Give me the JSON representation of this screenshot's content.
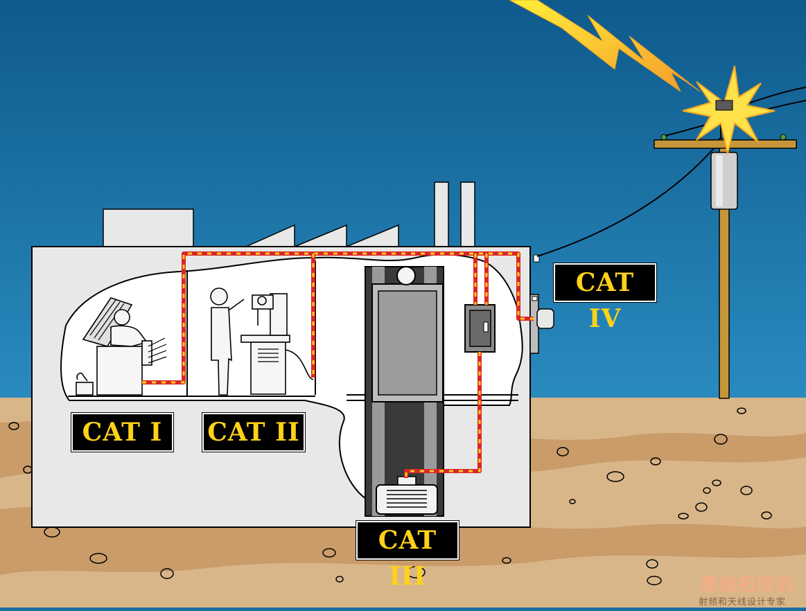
{
  "labels": {
    "cat1": "CAT I",
    "cat2": "CAT II",
    "cat3": "CAT III",
    "cat4": "CAT IV"
  },
  "watermark": {
    "brand": "易迪拓培训",
    "tagline": "射频和天线设计专家"
  },
  "colors": {
    "sky": "#1a6fa0",
    "ground": "#d6b083",
    "building": "#e8e8e8",
    "label_bg": "#000000",
    "label_text": "#ffd21a",
    "wire_red": "#d9262b",
    "wire_yellow": "#ffd21a",
    "lightning": "#ffd21a"
  }
}
